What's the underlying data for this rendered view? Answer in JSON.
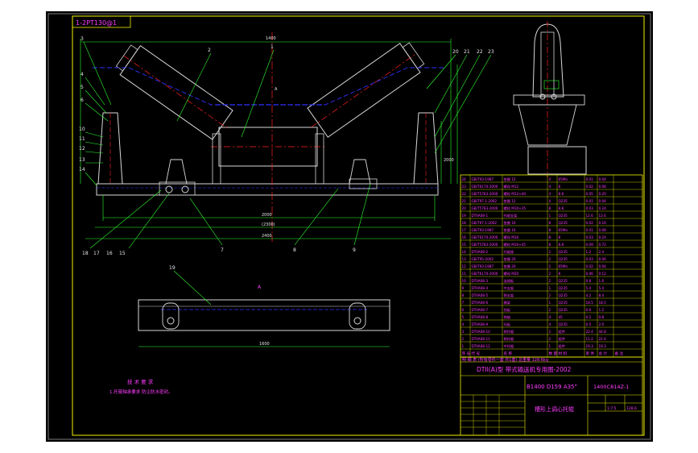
{
  "top_label": "1-2PT130@1",
  "callouts_left": [
    "3",
    "4",
    "5",
    "6",
    "10",
    "11",
    "12",
    "13",
    "14"
  ],
  "callouts_top": [
    "2",
    "1"
  ],
  "callouts_right": [
    "20",
    "21",
    "22",
    "23"
  ],
  "callouts_bottom": [
    "18",
    "17",
    "16",
    "15",
    "7",
    "8",
    "9"
  ],
  "callout_plan": "19",
  "dims": {
    "overall_top": "1400",
    "center_mark": "A",
    "bottom_1": "2000",
    "bottom_2": "(2300)",
    "bottom_3": "2400",
    "right_1": "2000",
    "plan_length": "1600"
  },
  "section_mark": "A",
  "tech_notes": {
    "title": "技 术 要 求",
    "line1": "1.托辊轴承要求 防尘防水密封。"
  },
  "bom_rows": [
    [
      "24",
      "GB/T93-1987",
      "垫圈 12",
      "4",
      "65Mn",
      "0.01",
      "0.04"
    ],
    [
      "23",
      "GB/T6170-2000",
      "螺母 M12",
      "4",
      "8",
      "0.02",
      "0.08"
    ],
    [
      "22",
      "GB/T5783-2000",
      "螺栓 M12×40",
      "4",
      "8.8",
      "0.05",
      "0.20"
    ],
    [
      "21",
      "GB/T97.1-2002",
      "垫圈 12",
      "4",
      "Q235",
      "0.01",
      "0.04"
    ],
    [
      "20",
      "GB/T5783-2000",
      "螺栓 M10×35",
      "8",
      "8.8",
      "0.03",
      "0.24"
    ],
    [
      "19",
      "DTIIA08-1",
      "托辊支架",
      "1",
      "Q235",
      "12.6",
      "12.6"
    ],
    [
      "18",
      "GB/T97.1-2002",
      "垫圈 16",
      "8",
      "Q235",
      "0.02",
      "0.16"
    ],
    [
      "17",
      "GB/T93-1987",
      "垫圈 16",
      "8",
      "65Mn",
      "0.01",
      "0.08"
    ],
    [
      "16",
      "GB/T6170-2000",
      "螺母 M16",
      "8",
      "8",
      "0.03",
      "0.24"
    ],
    [
      "15",
      "GB/T5783-2000",
      "螺栓 M16×45",
      "8",
      "8.8",
      "0.09",
      "0.72"
    ],
    [
      "14",
      "DTIIA08-2",
      "托辊座",
      "2",
      "Q235",
      "1.2",
      "2.4"
    ],
    [
      "13",
      "GB/T95-2002",
      "垫圈 20",
      "2",
      "Q235",
      "0.03",
      "0.06"
    ],
    [
      "12",
      "GB/T93-1987",
      "垫圈 20",
      "2",
      "65Mn",
      "0.02",
      "0.04"
    ],
    [
      "11",
      "GB/T6170-2000",
      "螺母 M20",
      "2",
      "8",
      "0.06",
      "0.12"
    ],
    [
      "10",
      "DTIIA08-3",
      "连接板",
      "2",
      "Q235",
      "0.8",
      "1.6"
    ],
    [
      "9",
      "DTIIA08-4",
      "中支架",
      "1",
      "Q235",
      "5.4",
      "5.4"
    ],
    [
      "8",
      "DTIIA08-5",
      "侧支架",
      "2",
      "Q235",
      "4.2",
      "8.4"
    ],
    [
      "7",
      "DTIIA08-6",
      "横梁",
      "1",
      "Q235",
      "18.5",
      "18.5"
    ],
    [
      "6",
      "DTIIA08-7",
      "挡板",
      "2",
      "Q235",
      "0.6",
      "1.2"
    ],
    [
      "5",
      "DTIIA08-8",
      "销轴",
      "4",
      "45",
      "0.2",
      "0.8"
    ],
    [
      "4",
      "DTIIA08-9",
      "托板",
      "4",
      "Q235",
      "0.5",
      "2.0"
    ],
    [
      "3",
      "DTIIA08-10",
      "侧托辊",
      "2",
      "组件",
      "22.4",
      "44.8"
    ],
    [
      "2",
      "DTIIA08-11",
      "侧托辊",
      "2",
      "组件",
      "11.2",
      "22.4"
    ],
    [
      "1",
      "DTIIA08-12",
      "中托辊",
      "1",
      "组件",
      "19.3",
      "19.3"
    ]
  ],
  "bom_header": [
    "序 号",
    "代 号",
    "名 称",
    "数 量",
    "材 料",
    "单 件",
    "总 计",
    "备 注"
  ],
  "title_block": {
    "strip": "明 细 表    (所有零件一套 共1套)    总重量 128.6kg",
    "project": "DTII(A)型 带式输送机专用图-2002",
    "spec": "B1400 D159 A35°",
    "code": "1400C814Z-1",
    "name": "槽形上调心托辊",
    "scale_label": "1:7.5",
    "weight_label": "128.6"
  },
  "colors": {
    "background": "#000000",
    "page_border": "#ffffff",
    "frame": "#f2f200",
    "leader": "#30ff30",
    "centerline": "#ff2020",
    "hidden_line": "#3030ff",
    "text_magenta": "#ff3cff",
    "metal": "#d8d8d8"
  }
}
